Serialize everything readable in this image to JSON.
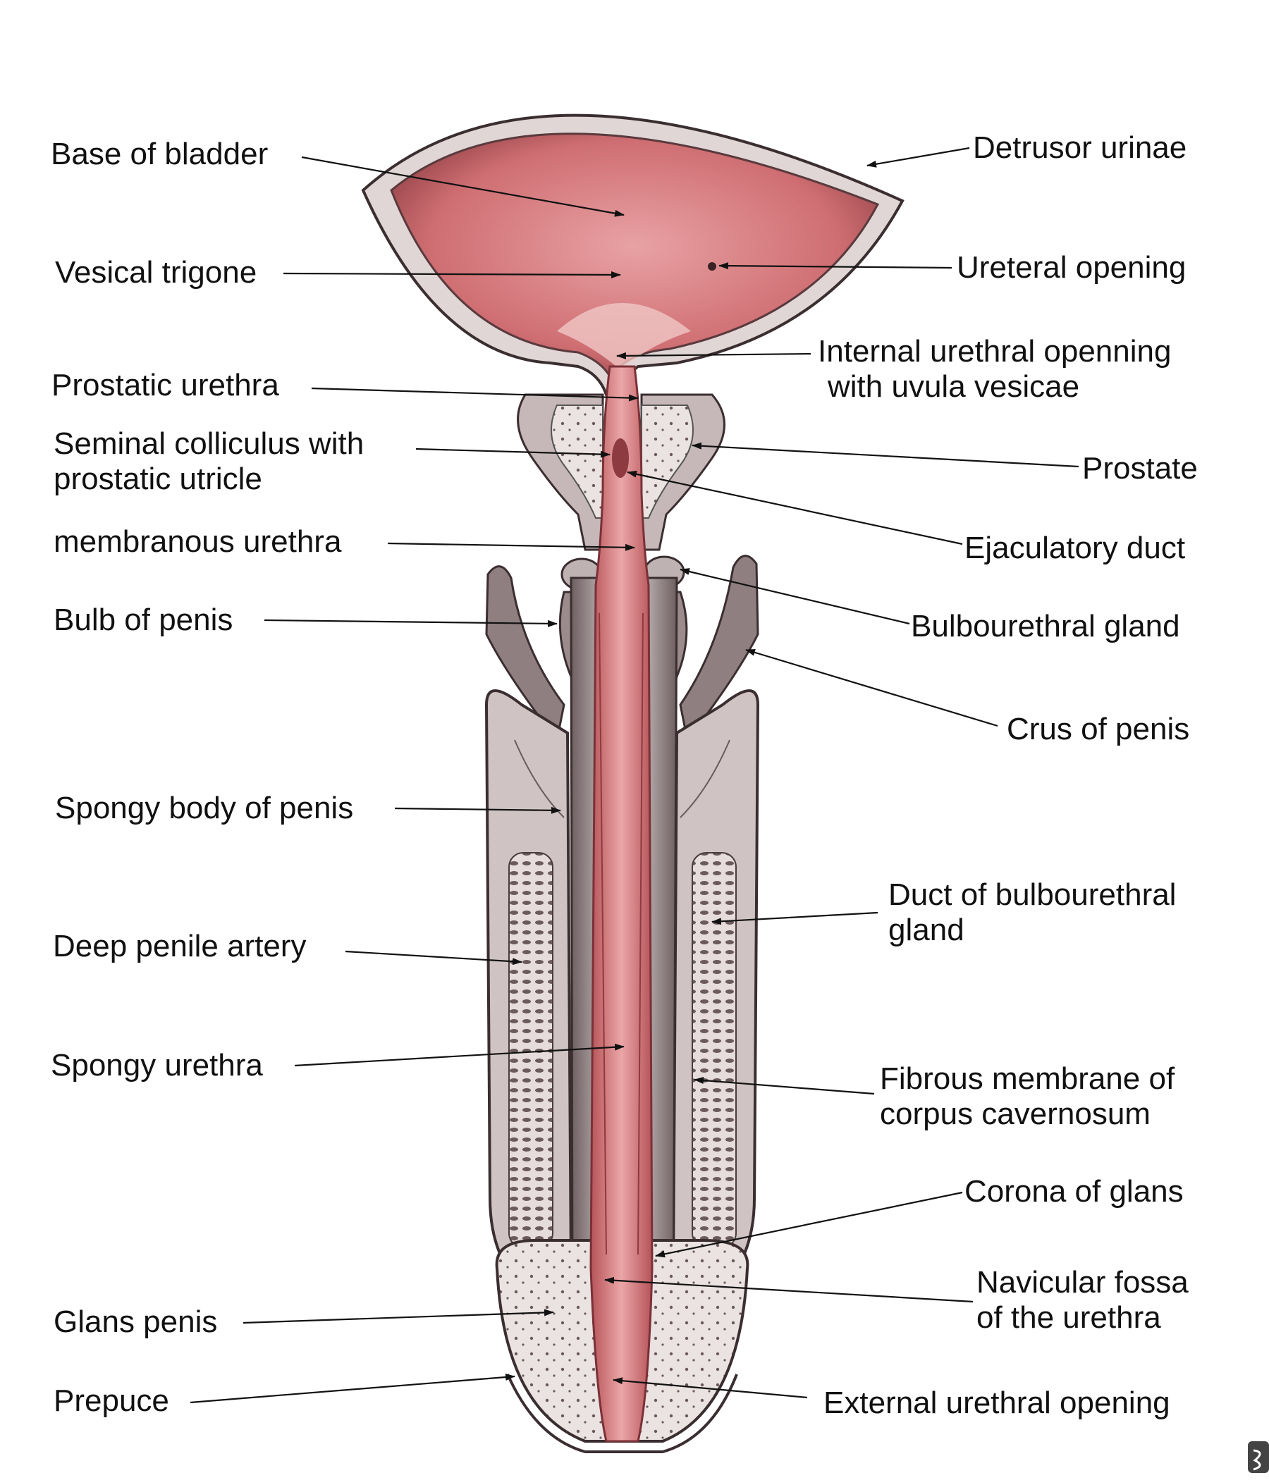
{
  "labels": {
    "base_of_bladder": "Base of bladder",
    "vesical_trigone": "Vesical trigone",
    "prostatic_urethra": "Prostatic urethra",
    "seminal_colliculus_1": "Seminal colliculus with",
    "seminal_colliculus_2": "prostatic utricle",
    "membranous_urethra": "membranous urethra",
    "bulb_of_penis": "Bulb of penis",
    "spongy_body": "Spongy body of penis",
    "deep_penile_artery": "Deep penile artery",
    "spongy_urethra": "Spongy urethra",
    "glans_penis": "Glans penis",
    "prepuce": "Prepuce",
    "detrusor_urinae": "Detrusor urinae",
    "ureteral_opening": "Ureteral opening",
    "internal_urethral_1": "Internal urethral openning",
    "internal_urethral_2": "with uvula vesicae",
    "prostate": "Prostate",
    "ejaculatory_duct": "Ejaculatory duct",
    "bulbourethral_gland": "Bulbourethral gland",
    "crus_of_penis": "Crus of penis",
    "duct_bulbourethral_1": "Duct of bulbourethral",
    "duct_bulbourethral_2": "gland",
    "fibrous_membrane_1": "Fibrous membrane of",
    "fibrous_membrane_2": "corpus cavernosum",
    "corona_of_glans": "Corona of glans",
    "navicular_fossa_1": "Navicular fossa",
    "navicular_fossa_2": "of the  urethra",
    "external_urethral_opening": "External urethral opening"
  },
  "colors": {
    "tissue_pink": "#c9676b",
    "urethra_red": "#d9878a",
    "wall_grey": "#d9cfcf",
    "shade_dark": "#5b4a4c",
    "leader_line": "#111111"
  }
}
